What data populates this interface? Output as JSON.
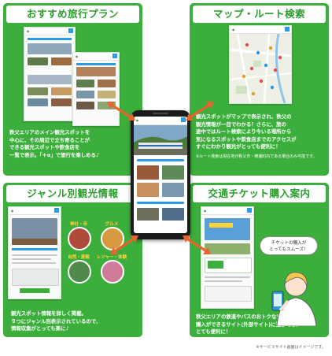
{
  "panels": {
    "recommended": {
      "title": "おすすめ旅行プラン",
      "description": "秩父エリアのメイン観光スポットを\n中心に、その周辺で立ち寄ることが\nできる観光スポットや飲食店を\n一覧で表示。「＋α」で旅行を楽しめる♪"
    },
    "map": {
      "title": "マップ・ルート検索",
      "description": "観光スポットがマップで表示され、秩父の\n観光情報が一目でわかる！さらに、旅の\n途中ではルート検索により今いる場所から\n気になるスポットや飲食店までのアクセスが\nすぐにわかり観光がとっても便利に！",
      "note": "※ルート検索は現在地が秩父市・横瀬町内である場合のみ可能です。"
    },
    "genre": {
      "title": "ジャンル別観光情報",
      "description": "観光スポット情報を詳しく掲載。\n９つにジャンル別表示されているので、\n情報収集がとっても楽に♪",
      "categories": [
        "神社・寺",
        "グルメ",
        "自然・景観",
        "レジャー・体験"
      ]
    },
    "ticket": {
      "title": "交通チケット購入案内",
      "description": "秩父エリアの鉄道やバスのおトクなチケットの\n購入ができるサイト(外部サイト)に遷移でき、\nとても便利に！",
      "bubble": "チケットの購入が\nとってもスムーズ！"
    }
  },
  "footnote": "※サービスサイト画面はイメージです。",
  "colors": {
    "panel_green": "#3cae3c",
    "title_text_green": "#2a9d2a",
    "arrow_orange": "#e8642d",
    "accent_blue": "#2b9be3",
    "highlight_yellow": "#ffd33a"
  }
}
